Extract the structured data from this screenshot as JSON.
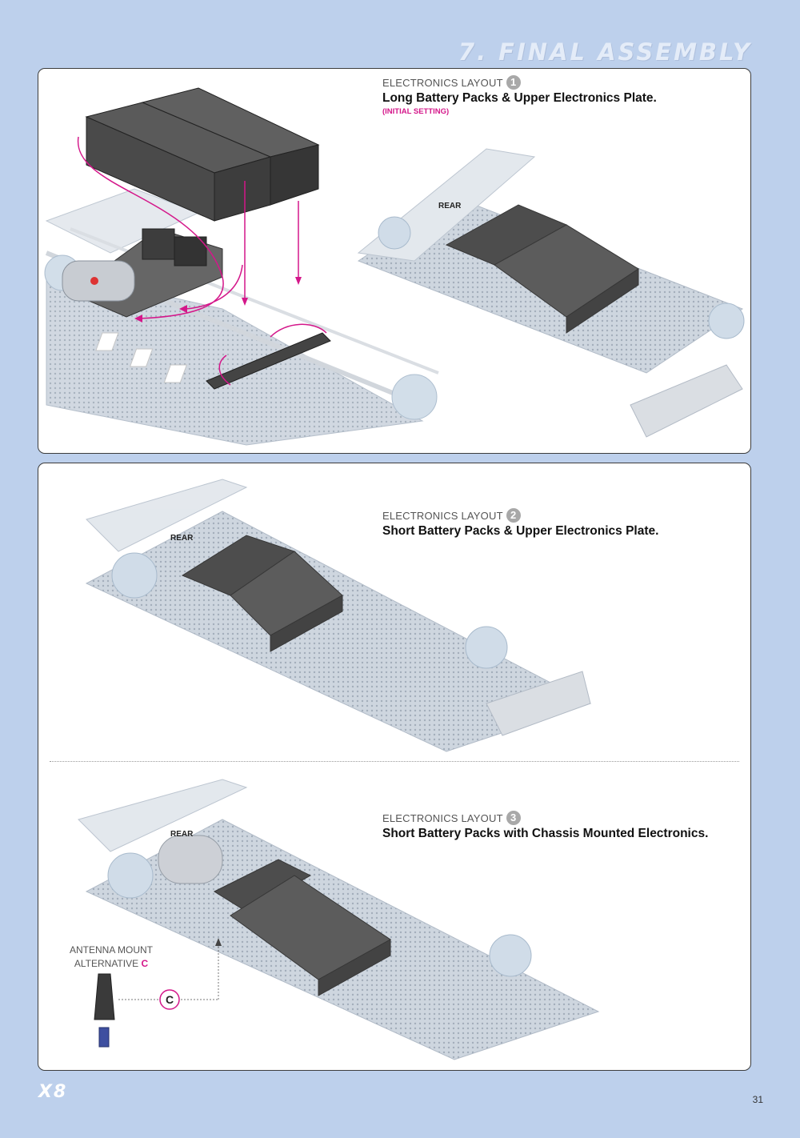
{
  "header": {
    "title": "7. FINAL ASSEMBLY"
  },
  "layouts": [
    {
      "label": "ELECTRONICS LAYOUT",
      "number": "1",
      "title": "Long Battery Packs & Upper Electronics Plate.",
      "note": "(INITIAL SETTING)"
    },
    {
      "label": "ELECTRONICS LAYOUT",
      "number": "2",
      "title": "Short Battery Packs & Upper Electronics Plate."
    },
    {
      "label": "ELECTRONICS LAYOUT",
      "number": "3",
      "title": "Short Battery Packs with Chassis Mounted Electronics."
    }
  ],
  "tags": {
    "rear": "REAR",
    "callout": "C"
  },
  "antenna": {
    "line1": "ANTENNA MOUNT",
    "line2": "ALTERNATIVE",
    "letter": "C"
  },
  "footer": {
    "logo": "X8",
    "page": "31"
  },
  "colors": {
    "background": "#bdd0ec",
    "accent": "#d4178a",
    "chassis": "#9fb6cf",
    "battery": "#4a4a4a"
  }
}
